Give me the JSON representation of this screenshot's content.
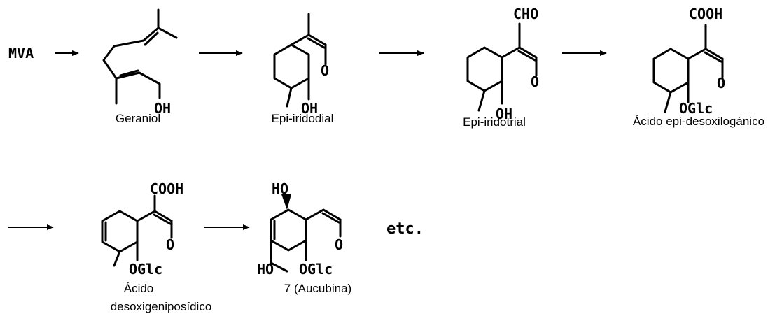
{
  "start": "MVA",
  "compounds": [
    {
      "name": "Geraniol",
      "labels": [
        "OH"
      ]
    },
    {
      "name": "Epi-iridodial",
      "labels": [
        "O",
        "OH"
      ]
    },
    {
      "name": "Epi-iridotrial",
      "labels": [
        "CHO",
        "O",
        "OH"
      ]
    },
    {
      "name": "Ácido epi-desoxilogánico",
      "labels": [
        "COOH",
        "O",
        "OGlc"
      ]
    },
    {
      "name_lines": [
        "Ácido",
        "desoxigeniposídico"
      ],
      "labels": [
        "COOH",
        "O",
        "OGlc"
      ]
    },
    {
      "name": "7 (Aucubina)",
      "labels": [
        "HO",
        "O",
        "HO",
        "OGlc"
      ]
    }
  ],
  "ending": "etc."
}
